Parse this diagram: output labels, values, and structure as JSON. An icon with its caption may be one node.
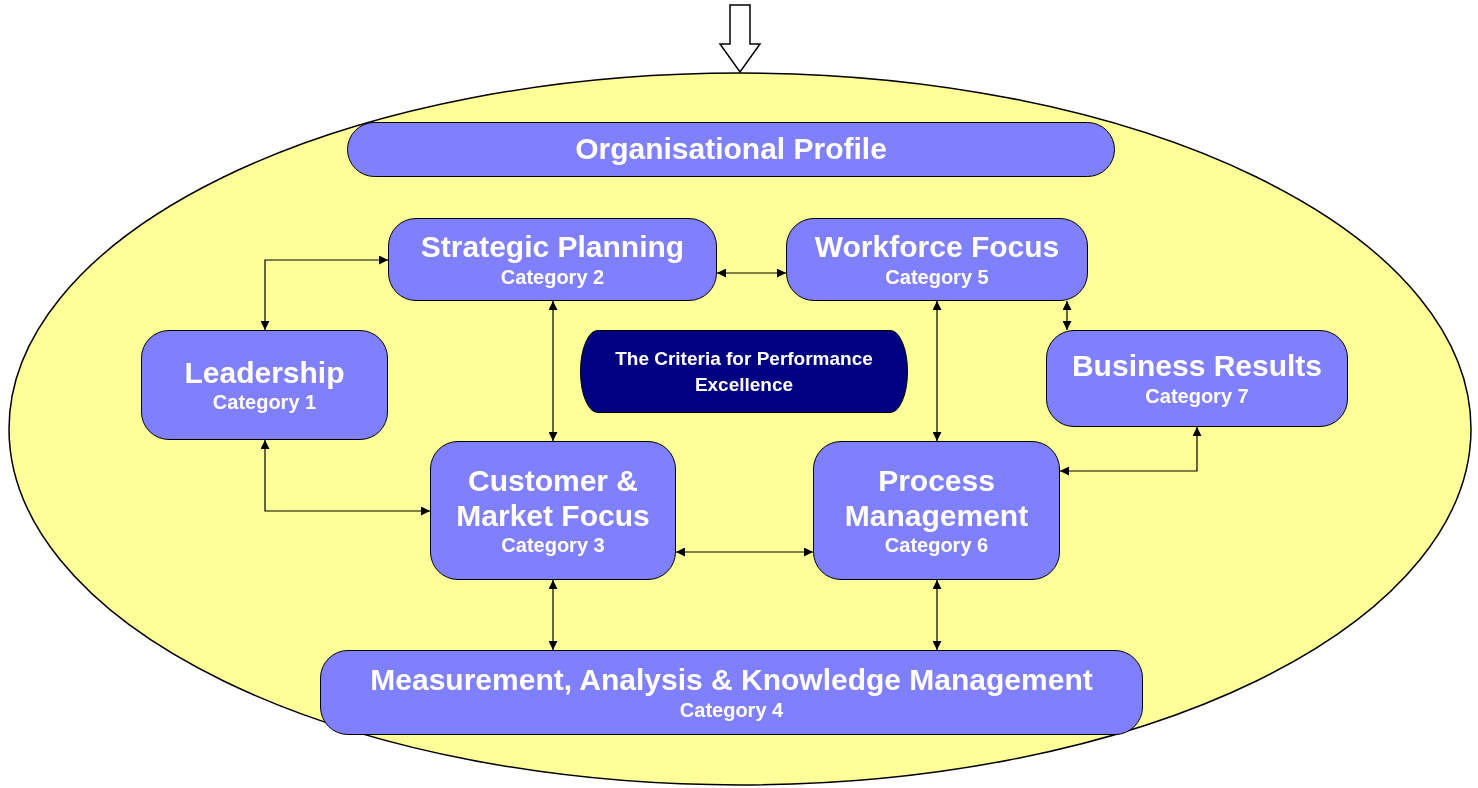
{
  "diagram": {
    "nodes": [
      {
        "text": [],
        "shape": "ellipse"
      },
      {
        "text": [
          "Organisational Profile"
        ],
        "in": 0
      },
      {
        "text": [
          "Strategic Planning",
          "Category 2"
        ],
        "in": 0
      },
      {
        "text": [
          "Workforce Focus",
          "Category 5"
        ],
        "in": 0
      },
      {
        "text": [
          "Leadership",
          "Category 1"
        ],
        "in": 0
      },
      {
        "text": [
          "The Criteria for Performance Excellence"
        ],
        "in": 0
      },
      {
        "text": [
          "Business Results",
          "Category 7"
        ],
        "in": 0
      },
      {
        "text": [
          "Customer & Market Focus",
          "Category 3"
        ],
        "in": 0
      },
      {
        "text": [
          "Process Management",
          "Category 6"
        ],
        "in": 0
      },
      {
        "text": [
          "Measurement, Analysis & Knowledge Management",
          "Category 4"
        ],
        "in": 0
      }
    ],
    "edges": [
      {
        "from": null,
        "to": 0,
        "arrow": "to",
        "style": "thick"
      },
      {
        "from": 4,
        "to": 2,
        "arrow": "both"
      },
      {
        "from": 2,
        "to": 3,
        "arrow": "both"
      },
      {
        "from": 3,
        "to": 6,
        "arrow": "both"
      },
      {
        "from": 2,
        "to": 7,
        "arrow": "both"
      },
      {
        "from": 3,
        "to": 8,
        "arrow": "both"
      },
      {
        "from": 4,
        "to": 7,
        "arrow": "both"
      },
      {
        "from": 7,
        "to": 8,
        "arrow": "both"
      },
      {
        "from": 8,
        "to": 6,
        "arrow": "both"
      },
      {
        "from": 7,
        "to": 9,
        "arrow": "both"
      },
      {
        "from": 8,
        "to": 9,
        "arrow": "both"
      }
    ]
  }
}
